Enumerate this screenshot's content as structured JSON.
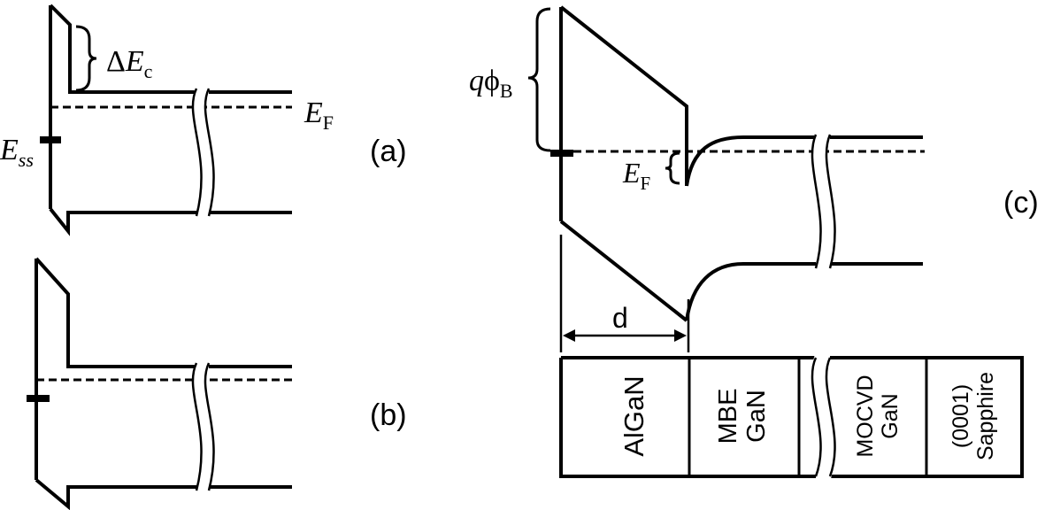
{
  "panel_a": {
    "delta_ec": "Δ",
    "delta_ec_italic": "E",
    "delta_ec_sub": "c",
    "fermi_italic": "E",
    "fermi_sub": "F",
    "ess_italic": "E",
    "ess_sub": "ss",
    "label": "(a)"
  },
  "panel_b": {
    "label": "(b)"
  },
  "panel_c": {
    "barrier_q": "q",
    "barrier_phi": "ϕ",
    "barrier_sub": "B",
    "fermi_italic": "E",
    "fermi_sub": "F",
    "label": "(c)",
    "thickness_label": "d"
  },
  "layers": [
    {
      "line1": "AlGaN",
      "line2": ""
    },
    {
      "line1": "MBE",
      "line2": "GaN"
    },
    {
      "line1": "MOCVD",
      "line2": "GaN"
    },
    {
      "line1": "(0001)",
      "line2": "Sapphire"
    }
  ]
}
